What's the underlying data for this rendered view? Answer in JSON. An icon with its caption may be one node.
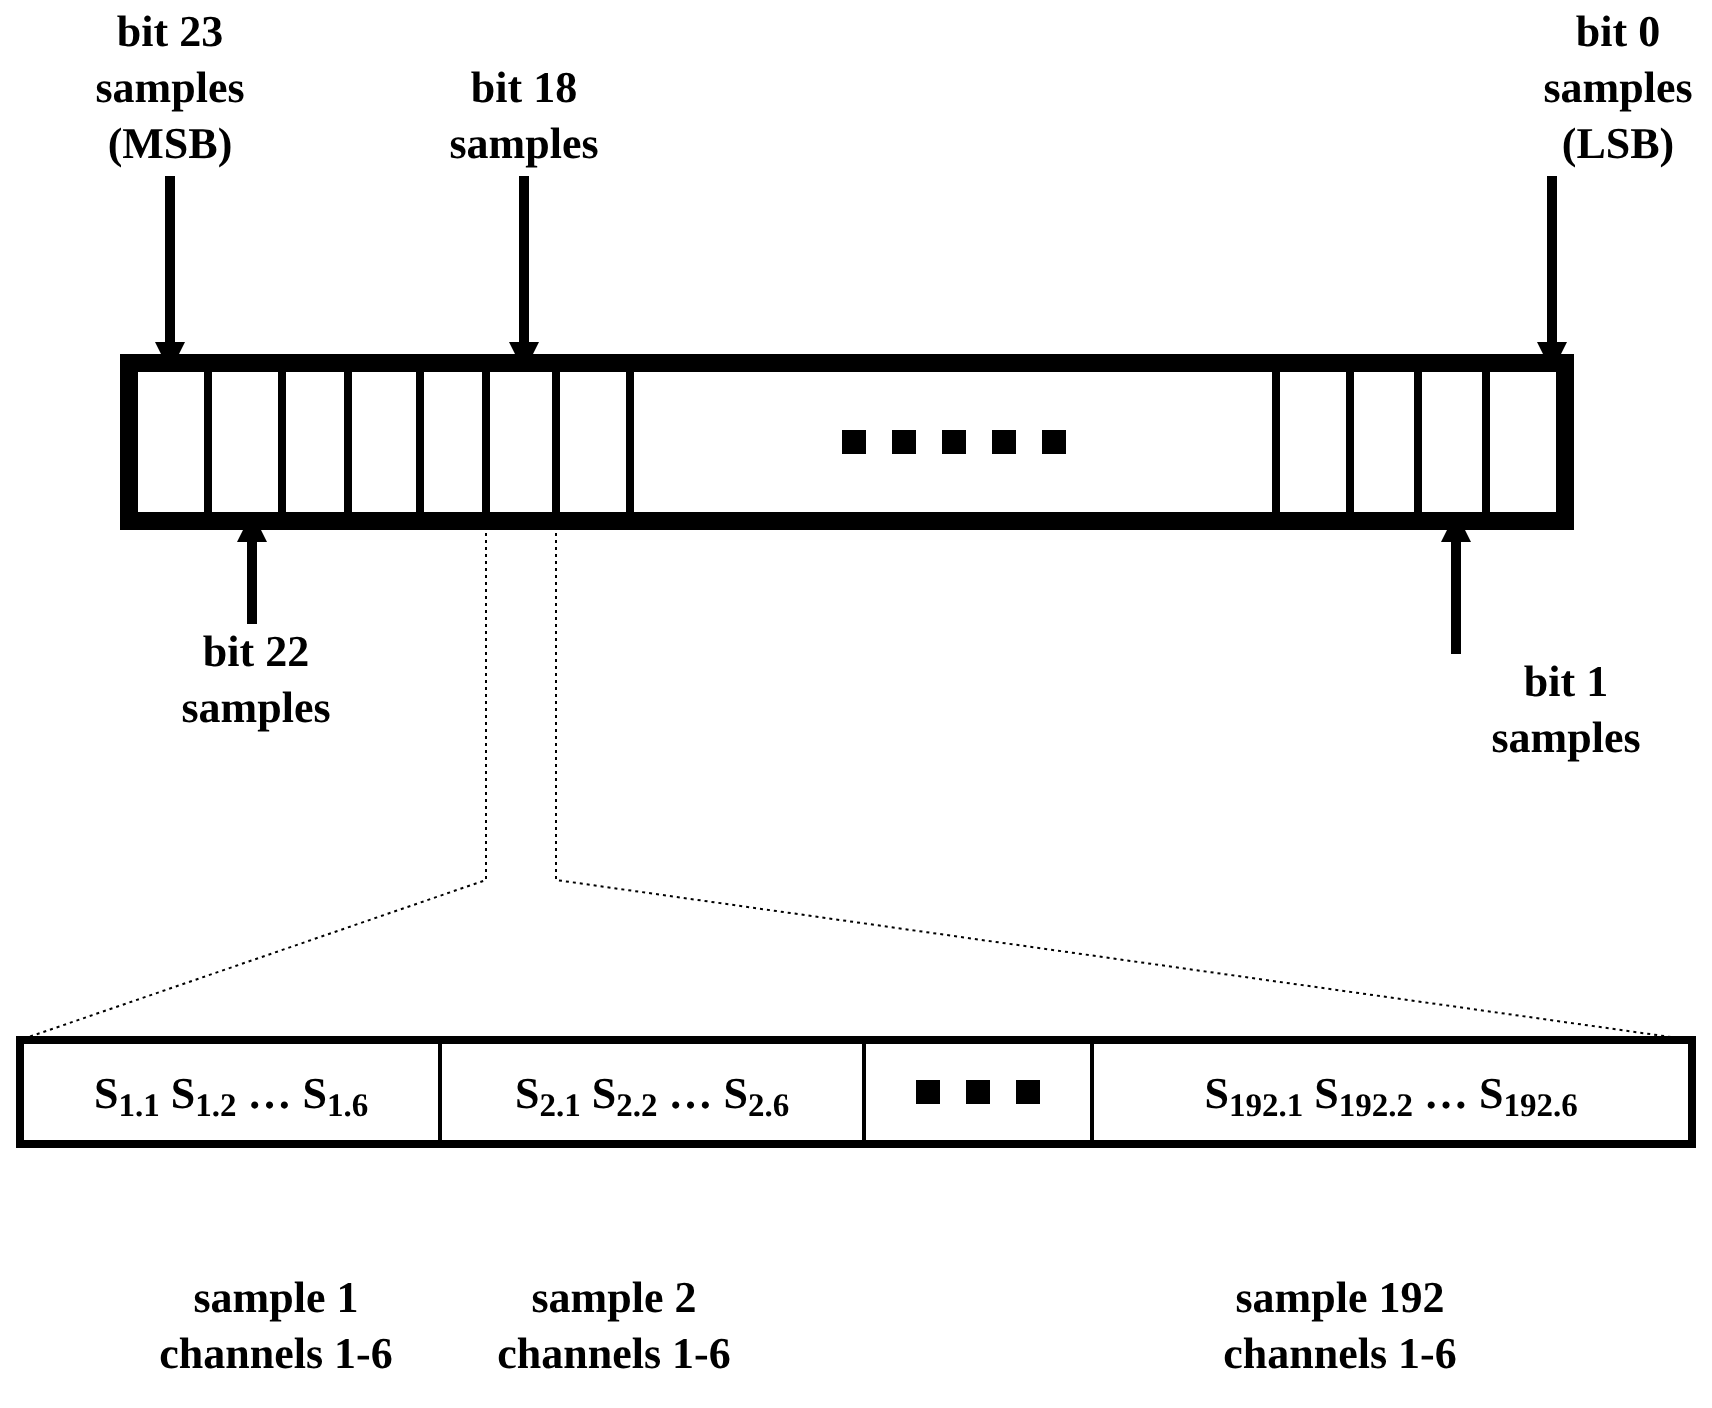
{
  "diagram": {
    "nodes": [
      {
        "text": [
          "bit 23 samples (MSB)"
        ]
      },
      {
        "text": [
          "bit 18 samples"
        ]
      },
      {
        "text": [
          "bit 0 samples (LSB)"
        ]
      },
      {
        "text": [],
        "shape": "bar"
      },
      {
        "text": [],
        "shape": "box",
        "in": 3
      },
      {
        "text": [],
        "shape": "box",
        "in": 3
      },
      {
        "text": [],
        "shape": "box",
        "in": 3
      },
      {
        "text": [],
        "shape": "box",
        "in": 3
      },
      {
        "text": [],
        "shape": "box",
        "in": 3
      },
      {
        "text": [],
        "shape": "box",
        "in": 3
      },
      {
        "text": [],
        "shape": "box",
        "in": 3
      },
      {
        "text": [],
        "shape": "box",
        "in": 3
      },
      {
        "text": [],
        "shape": "box",
        "in": 3
      },
      {
        "text": [],
        "shape": "box",
        "in": 3
      },
      {
        "text": [],
        "shape": "box",
        "in": 3
      },
      {
        "text": [],
        "shape": "box",
        "in": 3
      },
      {
        "text": [
          "bit 22 samples"
        ]
      },
      {
        "text": [
          "bit 1 samples"
        ]
      },
      {
        "text": [],
        "shape": "bar"
      },
      {
        "text": [
          "S$_{1.1}$ S$_{1.2}$ … S$_{1.6}$"
        ],
        "in": 18
      },
      {
        "text": [
          "S$_{2.1}$ S$_{2.2}$ … S$_{2.6}$"
        ],
        "in": 18
      },
      {
        "text": [],
        "shape": "box",
        "in": 18
      },
      {
        "text": [
          "S$_{192.1}$ S$_{192.2}$ … S$_{192.6}$"
        ],
        "in": 18
      }
    ],
    "edges": [
      {
        "from": 0,
        "to": 4,
        "arrow": "to"
      },
      {
        "from": 1,
        "to": 9,
        "arrow": "to"
      },
      {
        "from": 2,
        "to": 15,
        "arrow": "to"
      },
      {
        "from": 16,
        "to": 5,
        "arrow": "to"
      },
      {
        "from": 17,
        "to": 14,
        "arrow": "to"
      },
      {
        "from": 9,
        "to": 18,
        "arrow": "none",
        "style": "dashed"
      }
    ],
    "labels": [
      "sample 1 channels 1-6",
      "sample 2 channels 1-6",
      "sample 192 channels 1-6"
    ]
  }
}
